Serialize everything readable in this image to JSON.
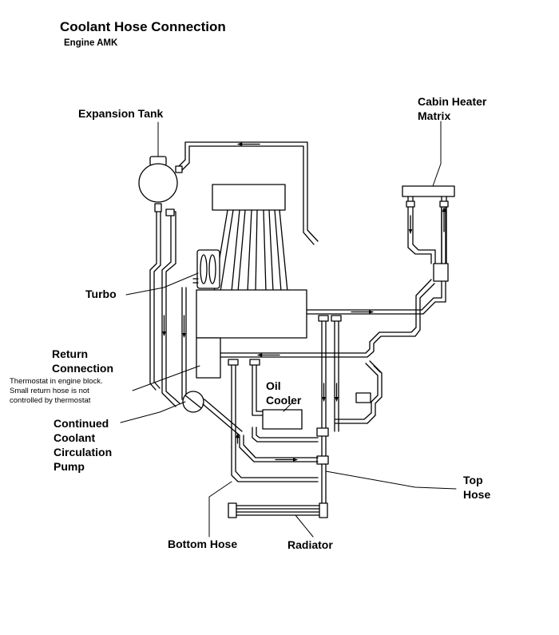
{
  "diagram": {
    "title": "Coolant Hose Connection",
    "subtitle": "Engine AMK"
  },
  "labels": {
    "expansion_tank": "Expansion Tank",
    "cabin_heater_line1": "Cabin Heater",
    "cabin_heater_line2": "Matrix",
    "turbo": "Turbo",
    "return_connection_line1": "Return",
    "return_connection_line2": "Connection",
    "thermostat_note_line1": "Thermostat in engine block.",
    "thermostat_note_line2": "Small return hose is not",
    "thermostat_note_line3": "controlled by thermostat",
    "oil_cooler_line1": "Oil",
    "oil_cooler_line2": "Cooler",
    "pump_line1": "Continued",
    "pump_line2": "Coolant",
    "pump_line3": "Circulation",
    "pump_line4": "Pump",
    "top_hose_line1": "Top",
    "top_hose_line2": "Hose",
    "bottom_hose": "Bottom Hose",
    "radiator": "Radiator"
  }
}
